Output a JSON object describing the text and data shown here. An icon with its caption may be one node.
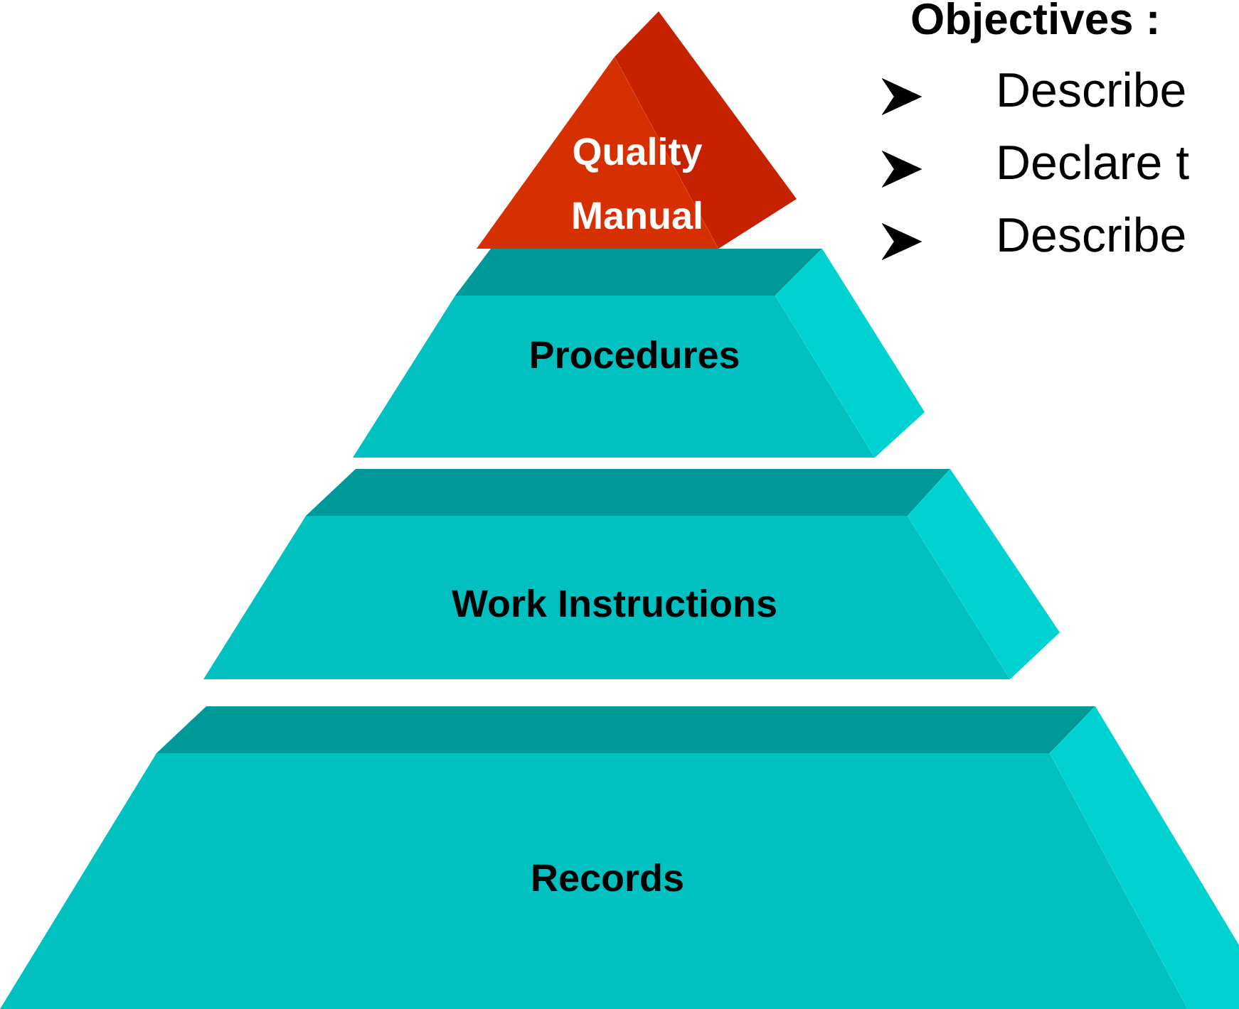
{
  "diagram": {
    "nodes": [
      {
        "text": [
          "Quality Manual"
        ]
      },
      {
        "text": [
          "Procedures"
        ]
      },
      {
        "text": [
          "Work Instructions"
        ]
      },
      {
        "text": [
          "Records"
        ]
      }
    ],
    "labels": [
      "Objectives :",
      "Describe",
      "Declare t",
      "Describe"
    ]
  }
}
